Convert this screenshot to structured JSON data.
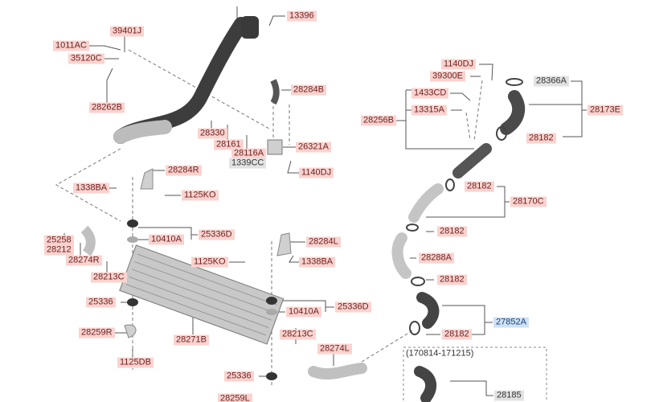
{
  "colors": {
    "label_bg": "#f9d3cf",
    "label_text": "#6e1c1c",
    "selected_bg": "#cfe3f7",
    "neutral_bg": "#e2e2e2"
  },
  "labels": [
    "13396",
    "39401J",
    "1011AC",
    "35120C",
    "28262B",
    "28284B",
    "28330",
    "28161",
    "28116A",
    "1339CC",
    "26321A",
    "1140DJ",
    "28284R",
    "1338BA",
    "1125KO",
    "25336D",
    "10410A",
    "25258",
    "28212",
    "28274R",
    "28213C",
    "28284L",
    "1125KO",
    "1338BA",
    "25336",
    "10410A",
    "25336D",
    "28259R",
    "28271B",
    "28213C",
    "28274L",
    "1125DB",
    "25336",
    "28259L",
    "1140DJ",
    "39300E",
    "28366A",
    "1433CD",
    "13315A",
    "28256B",
    "28173E",
    "28182",
    "28182",
    "28170C",
    "28182",
    "28288A",
    "28182",
    "27852A",
    "28182",
    "28185"
  ],
  "variant_box_label": "(170814-171215)"
}
